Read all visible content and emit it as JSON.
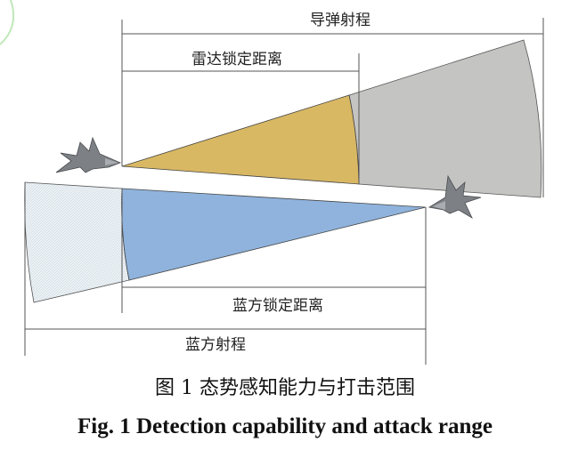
{
  "labels": {
    "missile_range": "导弹射程",
    "radar_lock_range": "雷达锁定距离",
    "blue_lock_range": "蓝方锁定距离",
    "blue_range": "蓝方射程"
  },
  "caption": {
    "chinese": "图 1 态势感知能力与打击范围",
    "english": "Fig. 1 Detection capability and attack range"
  },
  "colors": {
    "radar_zone": "#d9b864",
    "missile_zone": "#c4c4c2",
    "blue_lock_zone": "#8fb3dc",
    "blue_range_zone": "#eef3f6"
  }
}
